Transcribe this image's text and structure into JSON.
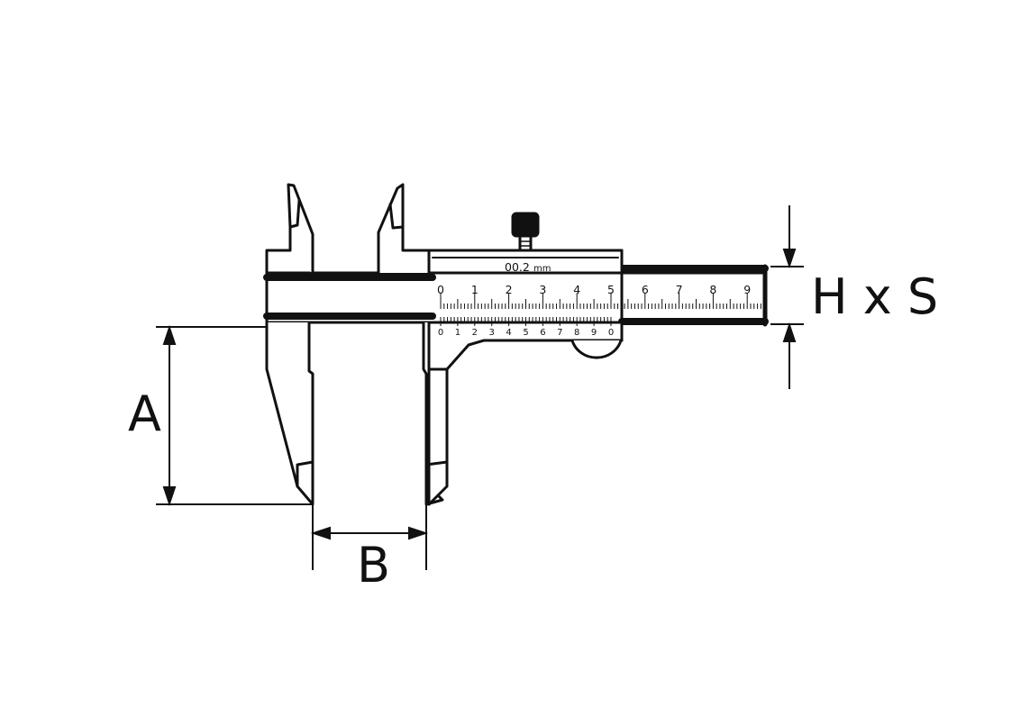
{
  "dimension_labels": {
    "a": "A",
    "b": "B",
    "hxs": "H x S"
  },
  "slider": {
    "resolution_value": "00.2",
    "resolution_unit": "mm"
  },
  "main_scale": {
    "labels": [
      "0",
      "1",
      "2",
      "3",
      "4",
      "5",
      "6",
      "7",
      "8",
      "9"
    ],
    "minor_per_major": 10
  },
  "vernier_scale": {
    "labels": [
      "0",
      "1",
      "2",
      "3",
      "4",
      "5",
      "6",
      "7",
      "8",
      "9",
      "0"
    ],
    "divisions": 50
  },
  "colors": {
    "ink": "#111111",
    "background": "#ffffff"
  }
}
